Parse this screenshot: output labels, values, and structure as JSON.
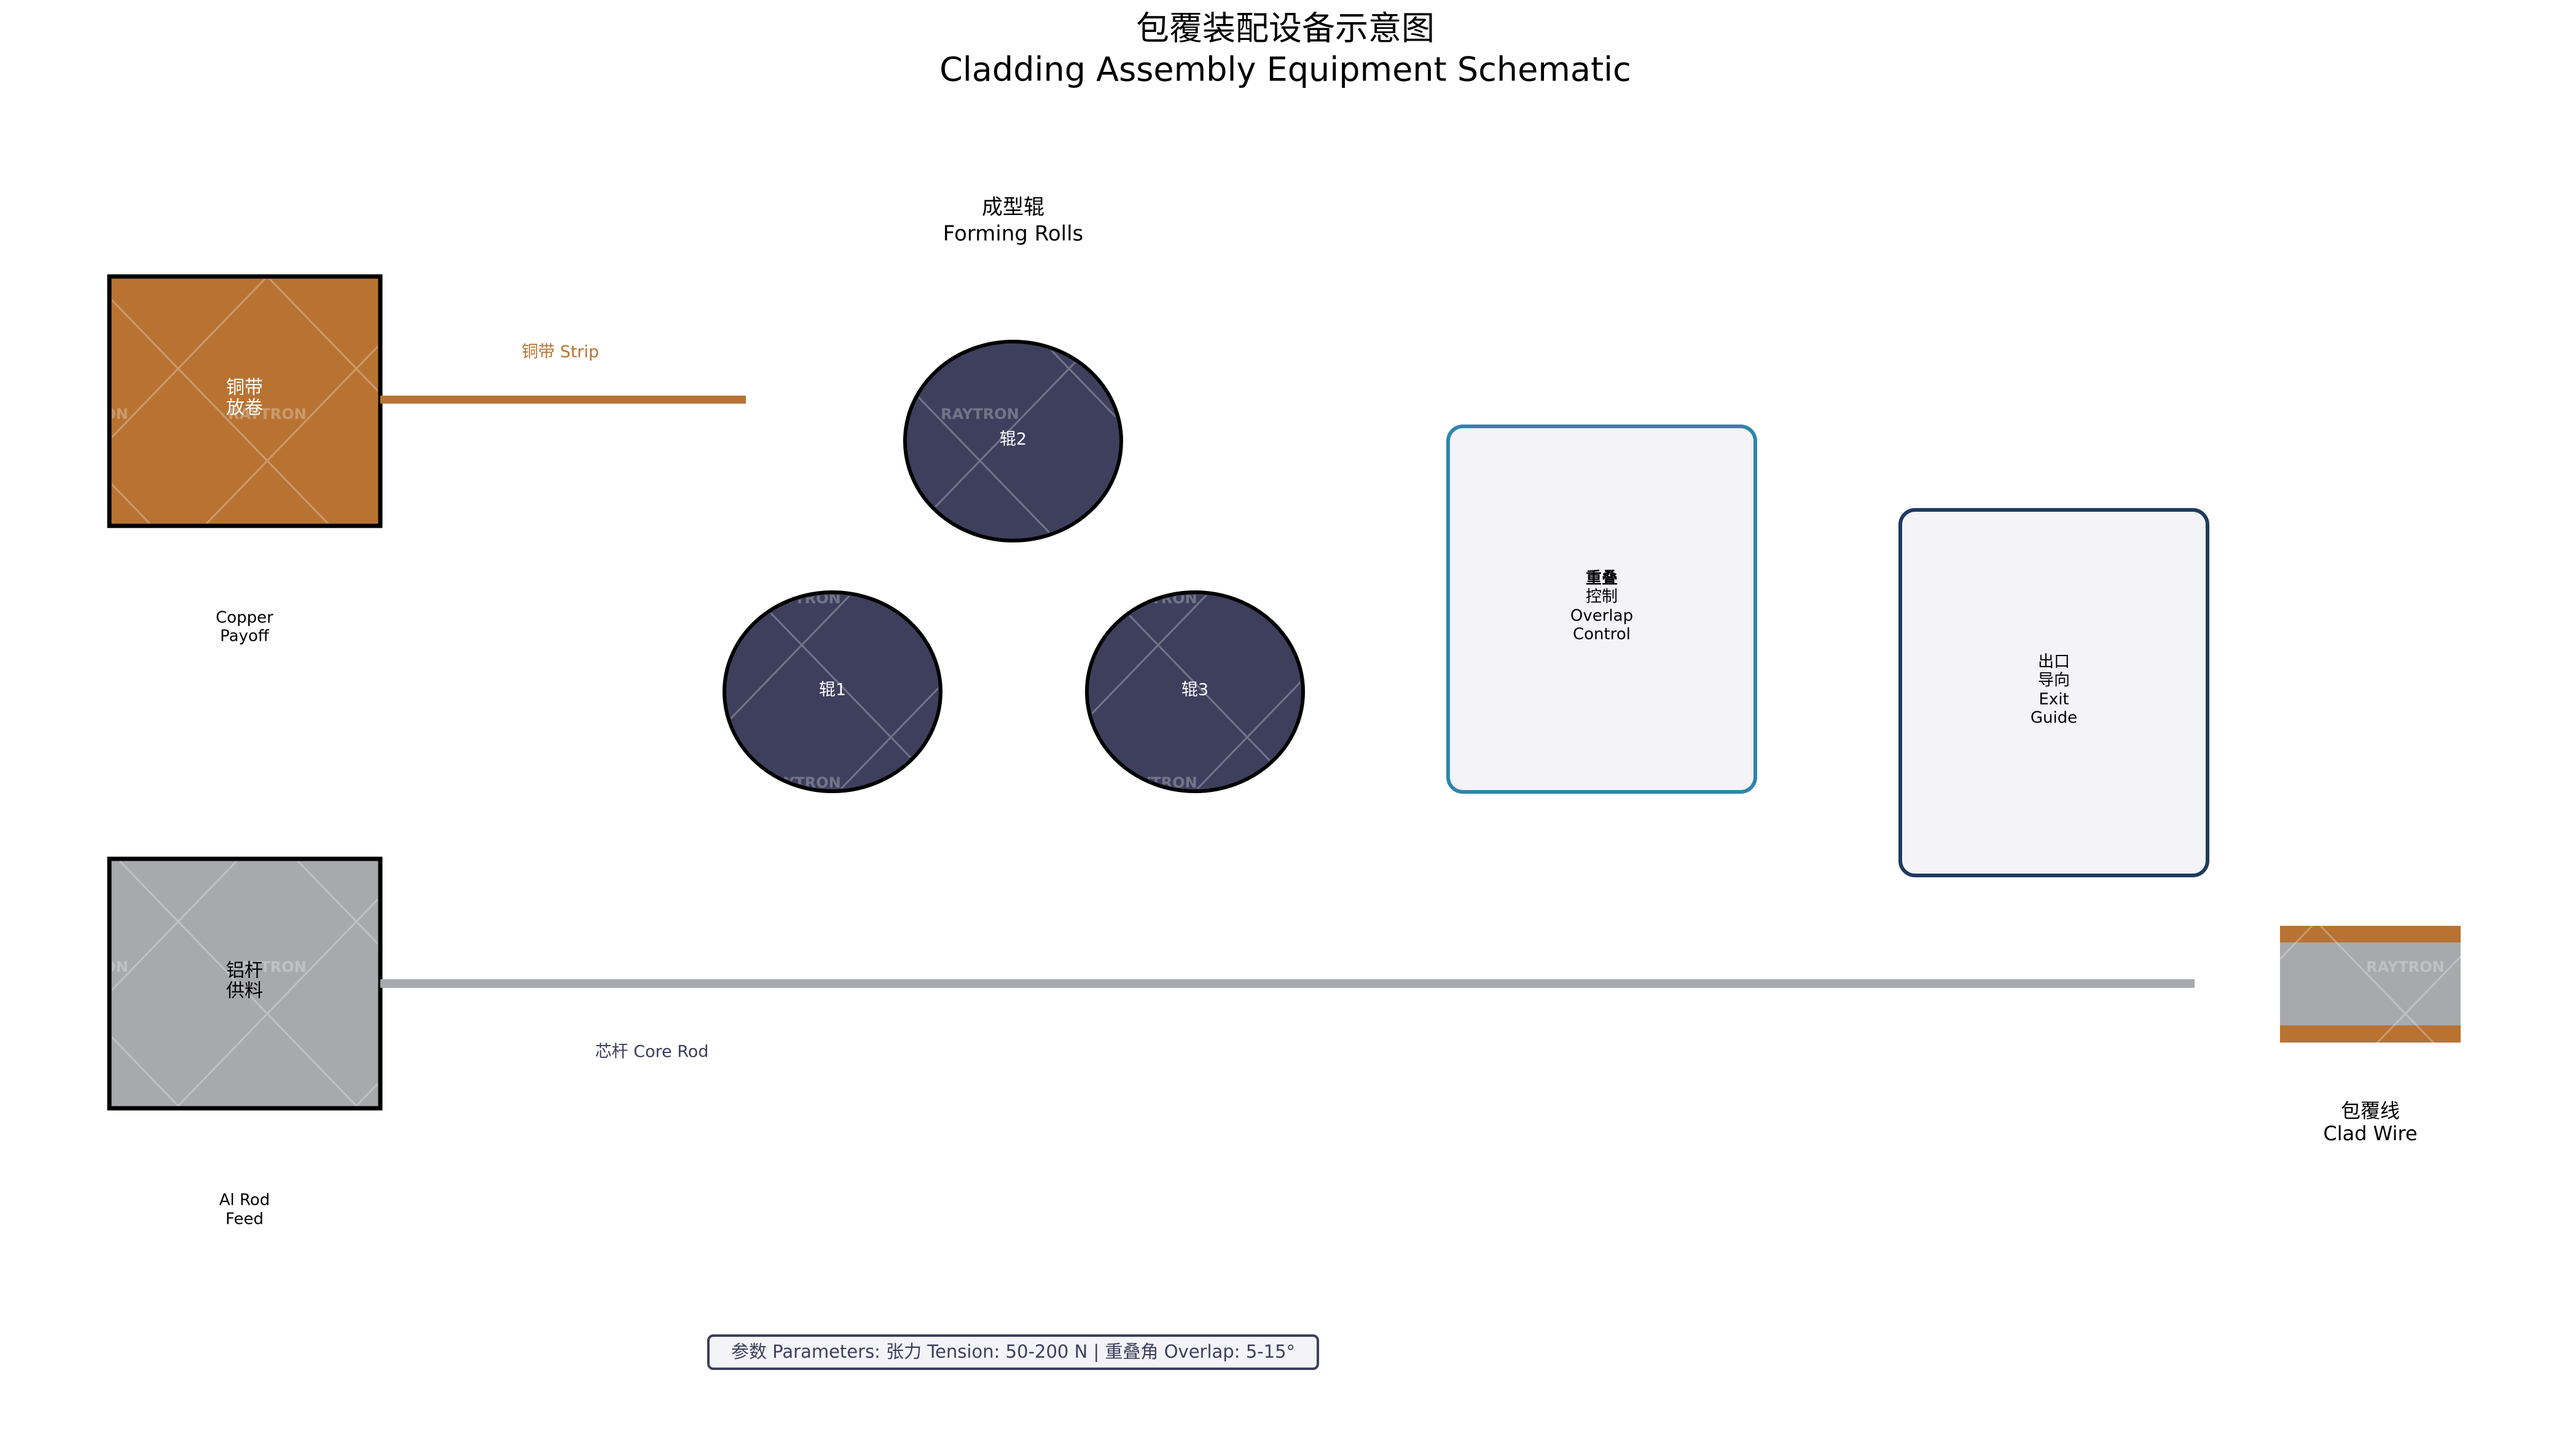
{
  "title": {
    "line1": "包覆装配设备示意图",
    "line2": "Cladding Assembly Equipment Schematic"
  },
  "watermark": "RAYTRON",
  "colors": {
    "copper": "#b87333",
    "aluminum": "#a8a9ad",
    "roll": "#3d3f5c",
    "overlap_border": "#2e86ab",
    "exit_border": "#1e3a5f",
    "panel_fill": "#f3f3f8"
  },
  "copper_payoff": {
    "inner_line1": "铜带",
    "inner_line2": "放卷",
    "caption_line1": "Copper",
    "caption_line2": "Payoff"
  },
  "strip": {
    "label": "铜带 Strip"
  },
  "forming_rolls": {
    "title_line1": "成型辊",
    "title_line2": "Forming Rolls",
    "rolls": [
      "辊1",
      "辊2",
      "辊3"
    ]
  },
  "overlap_control": {
    "lines": [
      "重叠",
      "控制",
      "Overlap",
      "Control"
    ]
  },
  "exit_guide": {
    "lines": [
      "出口",
      "导向",
      "Exit",
      "Guide"
    ]
  },
  "al_rod": {
    "inner_line1": "铝杆",
    "inner_line2": "供料",
    "caption_line1": "Al Rod",
    "caption_line2": "Feed"
  },
  "core_rod": {
    "label": "芯杆 Core Rod"
  },
  "clad_wire": {
    "line1": "包覆线",
    "line2": "Clad Wire"
  },
  "parameters": "参数 Parameters: 张力 Tension: 50-200 N | 重叠角 Overlap: 5-15°"
}
